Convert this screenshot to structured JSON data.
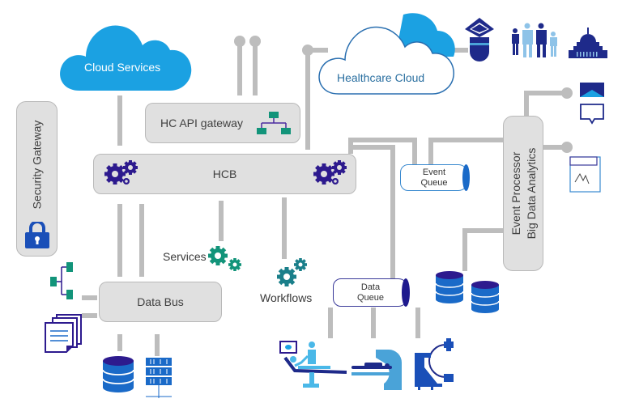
{
  "diagram": {
    "nodes": {
      "cloud_services": {
        "label": "Cloud Services"
      },
      "healthcare_cloud": {
        "label": "Healthcare Cloud"
      },
      "security_gateway": {
        "label": "Security Gateway"
      },
      "hc_api_gateway": {
        "label": "HC API gateway"
      },
      "hcb": {
        "label": "HCB"
      },
      "event_queue": {
        "label_line1": "Event",
        "label_line2": "Queue"
      },
      "event_processor": {
        "label_line1": "Event Processor",
        "label_line2": "Big Data Analytics"
      },
      "services": {
        "label": "Services"
      },
      "workflows": {
        "label": "Workflows"
      },
      "data_bus": {
        "label": "Data Bus"
      },
      "data_queue": {
        "label_line1": "Data",
        "label_line2": "Queue"
      }
    },
    "icons": {
      "healthcare_consumers": [
        "graduate-icon",
        "people-icon",
        "government-building-icon"
      ],
      "event_outputs": [
        "email-icon",
        "chat-message-icon",
        "chart-report-icon"
      ],
      "data_bus_inputs": [
        "hierarchy-icon",
        "documents-icon"
      ],
      "data_bus_stores": [
        "database-icon",
        "server-rack-icon"
      ],
      "analytics_stores": [
        "database-icon",
        "database-icon"
      ],
      "medical_devices": [
        "patient-chair-icon",
        "mri-scanner-icon",
        "c-arm-xray-icon"
      ]
    },
    "colors": {
      "cloud_blue": "#1ba1e2",
      "cloud_outline": "#2a6fb0",
      "box_gray": "#e0e0e0",
      "connector_gray": "#bdbdbd",
      "gear_purple": "#2d1a8e",
      "gear_teal": "#1a7f8a",
      "teal_green": "#12947a",
      "navy": "#1e2a8a",
      "light_blue": "#4aa3d8"
    }
  }
}
